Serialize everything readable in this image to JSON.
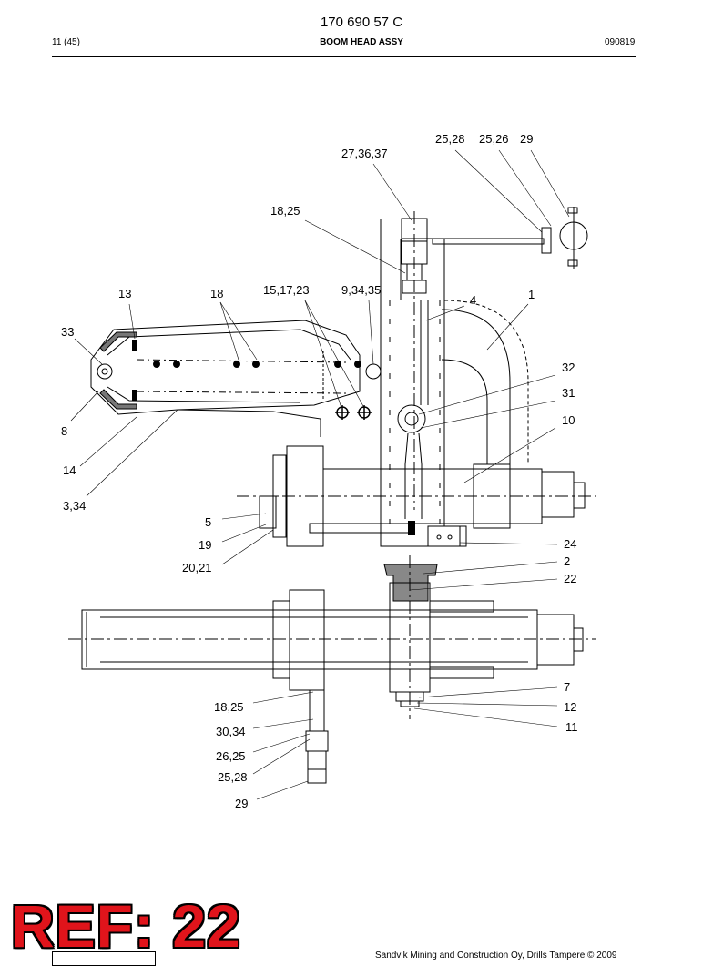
{
  "header": {
    "doc_number": "170 690 57 C",
    "page": "11 (45)",
    "title": "BOOM HEAD ASSY",
    "date": "090819"
  },
  "footer": {
    "copyright": "Sandvik Mining and Construction Oy, Drills Tampere © 2009"
  },
  "stamp": {
    "text": "REF: 22",
    "color": "#e0141b"
  },
  "callouts": {
    "c_25_28_top": "25,28",
    "c_25_26_top": "25,26",
    "c_29_top": "29",
    "c_27_36_37": "27,36,37",
    "c_18_25_top": "18,25",
    "c_13": "13",
    "c_18": "18",
    "c_15_17_23": "15,17,23",
    "c_9_34_35": "9,34,35",
    "c_4": "4",
    "c_1": "1",
    "c_33": "33",
    "c_32": "32",
    "c_31": "31",
    "c_10": "10",
    "c_8": "8",
    "c_14": "14",
    "c_3_34": "3,34",
    "c_5": "5",
    "c_19": "19",
    "c_20_21": "20,21",
    "c_24": "24",
    "c_2": "2",
    "c_22": "22",
    "c_7": "7",
    "c_12": "12",
    "c_11": "11",
    "c_18_25_bottom": "18,25",
    "c_30_34": "30,34",
    "c_26_25": "26,25",
    "c_25_28_bottom": "25,28",
    "c_29_bottom": "29"
  }
}
